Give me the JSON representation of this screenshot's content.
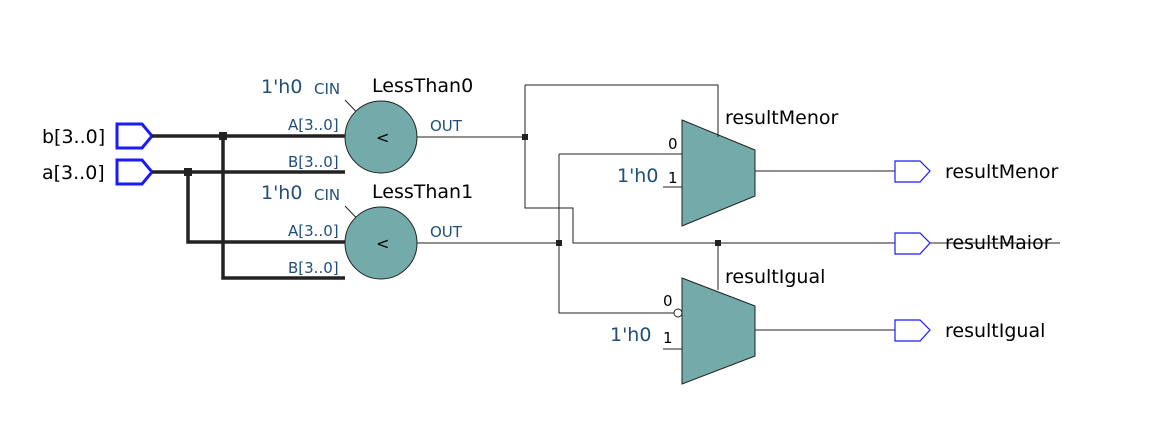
{
  "inputs": {
    "b": "b[3..0]",
    "a": "a[3..0]"
  },
  "comparators": [
    {
      "name": "LessThan0",
      "cin": "CIN",
      "cin_value": "1'h0",
      "port_a": "A[3..0]",
      "port_b": "B[3..0]",
      "out": "OUT",
      "symbol": "<"
    },
    {
      "name": "LessThan1",
      "cin": "CIN",
      "cin_value": "1'h0",
      "port_a": "A[3..0]",
      "port_b": "B[3..0]",
      "out": "OUT",
      "symbol": "<"
    }
  ],
  "muxes": [
    {
      "name": "resultMenor",
      "sel0": "0",
      "sel1": "1",
      "const": "1'h0"
    },
    {
      "name": "resultIgual",
      "sel0": "0",
      "sel1": "1",
      "const": "1'h0"
    }
  ],
  "outputs": {
    "menor": "resultMenor",
    "maior": "resultMaior",
    "igual": "resultIgual"
  },
  "colors": {
    "block_fill": "#73aaaa",
    "pin_blue": "#1a1aff",
    "label_blue": "#1f4e79"
  }
}
